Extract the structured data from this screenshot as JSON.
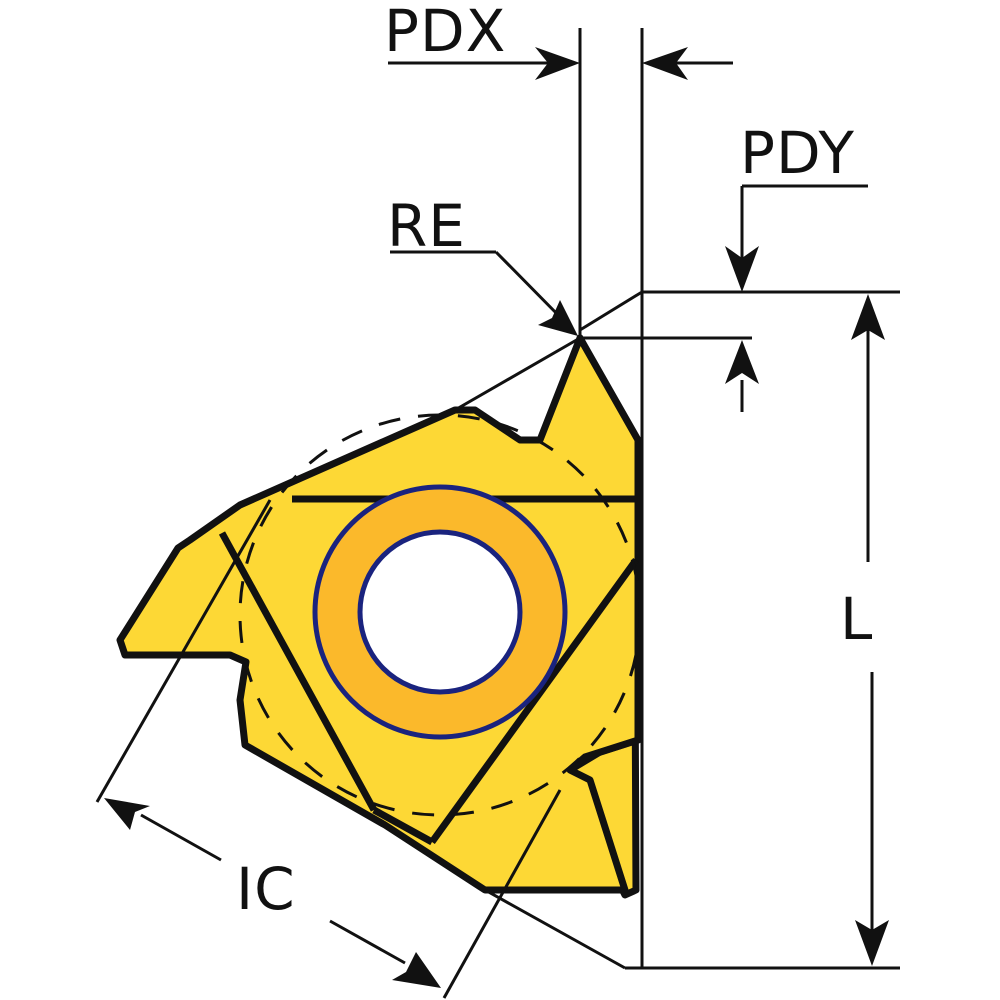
{
  "diagram": {
    "subject": "Threading insert dimension drawing",
    "labels": {
      "pdx": "PDX",
      "pdy": "PDY",
      "re": "RE",
      "l": "L",
      "ic": "IC"
    },
    "colors": {
      "insert_fill": "#FDD835",
      "ring_fill": "#FBB92B",
      "ring_outline": "#1A237E",
      "line": "#111111",
      "background": "#FFFFFF"
    }
  }
}
